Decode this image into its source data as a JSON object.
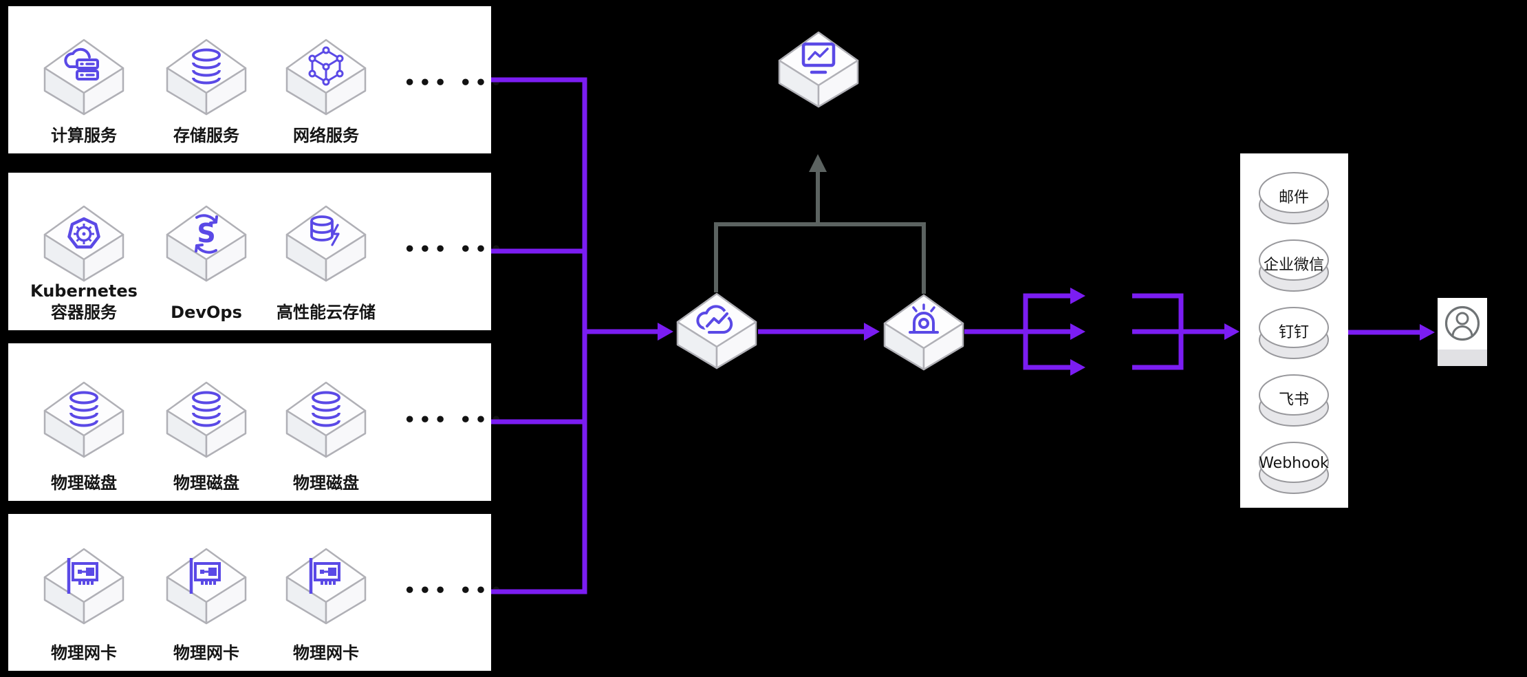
{
  "service_groups": [
    {
      "dots": "••• •••",
      "items": [
        {
          "icon": "cloud-server-icon",
          "line1": "",
          "line2": "计算服务"
        },
        {
          "icon": "database-icon",
          "line1": "",
          "line2": "存储服务"
        },
        {
          "icon": "network-icon",
          "line1": "",
          "line2": "网络服务"
        }
      ]
    },
    {
      "dots": "••• •••",
      "items": [
        {
          "icon": "kubernetes-icon",
          "line1": "Kubernetes",
          "line2": "容器服务"
        },
        {
          "icon": "devops-icon",
          "line1": "",
          "line2": "DevOps"
        },
        {
          "icon": "cloud-storage-icon",
          "line1": "",
          "line2": "高性能云存储"
        }
      ]
    },
    {
      "dots": "••• •••",
      "items": [
        {
          "icon": "disk-icon",
          "line1": "",
          "line2": "物理磁盘"
        },
        {
          "icon": "disk-icon",
          "line1": "",
          "line2": "物理磁盘"
        },
        {
          "icon": "disk-icon",
          "line1": "",
          "line2": "物理磁盘"
        }
      ]
    },
    {
      "dots": "••• •••",
      "items": [
        {
          "icon": "nic-icon",
          "line1": "",
          "line2": "物理网卡"
        },
        {
          "icon": "nic-icon",
          "line1": "",
          "line2": "物理网卡"
        },
        {
          "icon": "nic-icon",
          "line1": "",
          "line2": "物理网卡"
        }
      ]
    }
  ],
  "pipeline": {
    "collector_node_icon": "cloud-monitor-icon",
    "alarm_node_icon": "alarm-siren-icon",
    "monitor_node_icon": "dashboard-monitor-icon"
  },
  "notification_channels": [
    "邮件",
    "企业微信",
    "钉钉",
    "飞书",
    "Webhook"
  ],
  "recipient": {
    "icon": "user-icon"
  },
  "colors": {
    "background": "#000000",
    "flow_purple": "#7b1df2",
    "icon_purple": "#5a49e6",
    "connector_gray": "#5c6361"
  }
}
